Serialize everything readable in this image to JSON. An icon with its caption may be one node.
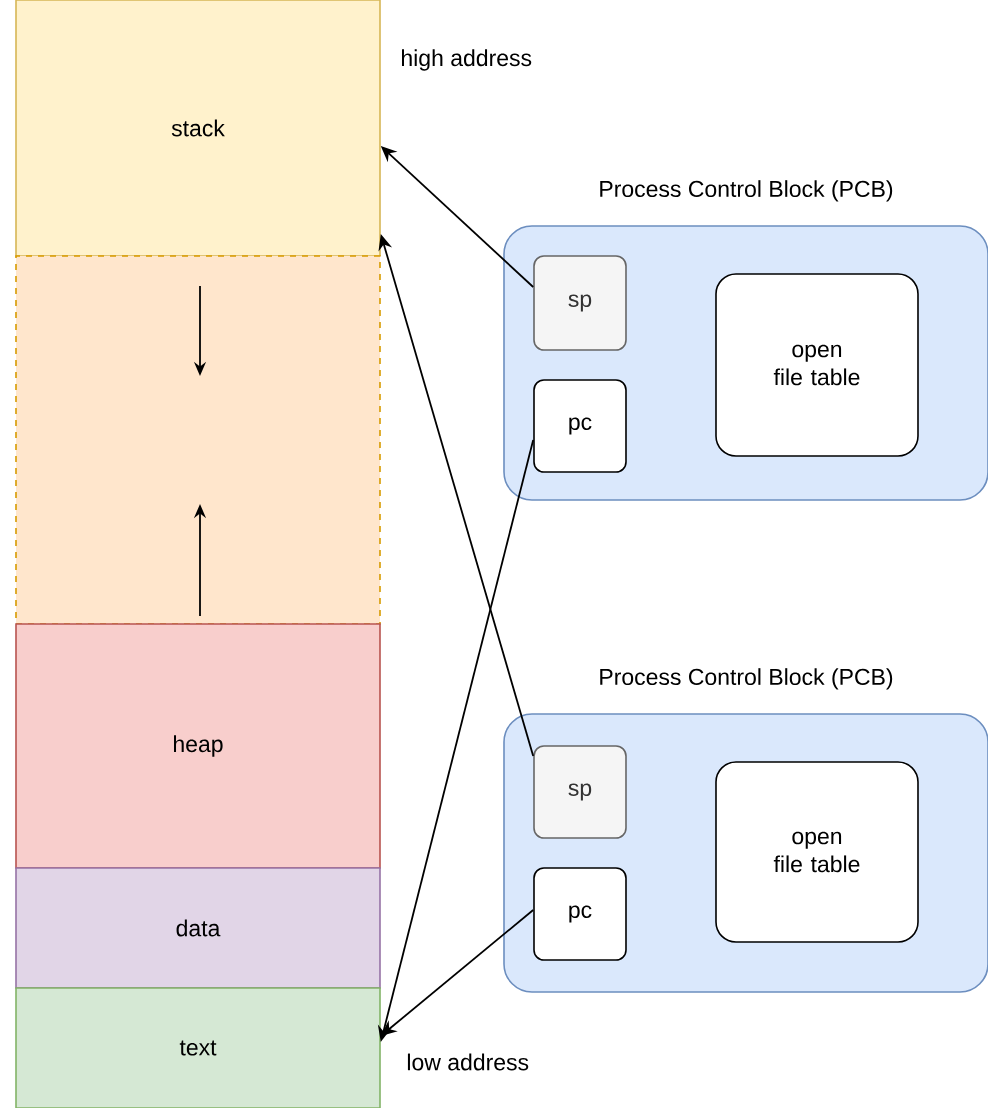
{
  "diagram": {
    "nodes": [
      {
        "text": [
          "stack"
        ]
      },
      {
        "text": [],
        "shape": "box"
      },
      {
        "text": [
          "heap"
        ]
      },
      {
        "text": [
          "data"
        ]
      },
      {
        "text": [
          "text"
        ]
      },
      {
        "text": [
          "Process Control Block (PCB)"
        ]
      },
      {
        "text": [
          "sp"
        ],
        "in": 5
      },
      {
        "text": [
          "pc"
        ],
        "in": 5
      },
      {
        "text": [
          "open file table"
        ],
        "in": 5
      },
      {
        "text": [
          "Process Control Block (PCB)"
        ]
      },
      {
        "text": [
          "sp"
        ],
        "in": 9
      },
      {
        "text": [
          "pc"
        ],
        "in": 9
      },
      {
        "text": [
          "open file table"
        ],
        "in": 9
      }
    ],
    "edges": [
      {
        "from": 6,
        "to": 0,
        "arrow": "to"
      },
      {
        "from": 7,
        "to": 4,
        "arrow": "to"
      },
      {
        "from": 10,
        "to": 0,
        "arrow": "to"
      },
      {
        "from": 11,
        "to": 4,
        "arrow": "to"
      }
    ],
    "labels": [
      "high address",
      "low address"
    ]
  }
}
